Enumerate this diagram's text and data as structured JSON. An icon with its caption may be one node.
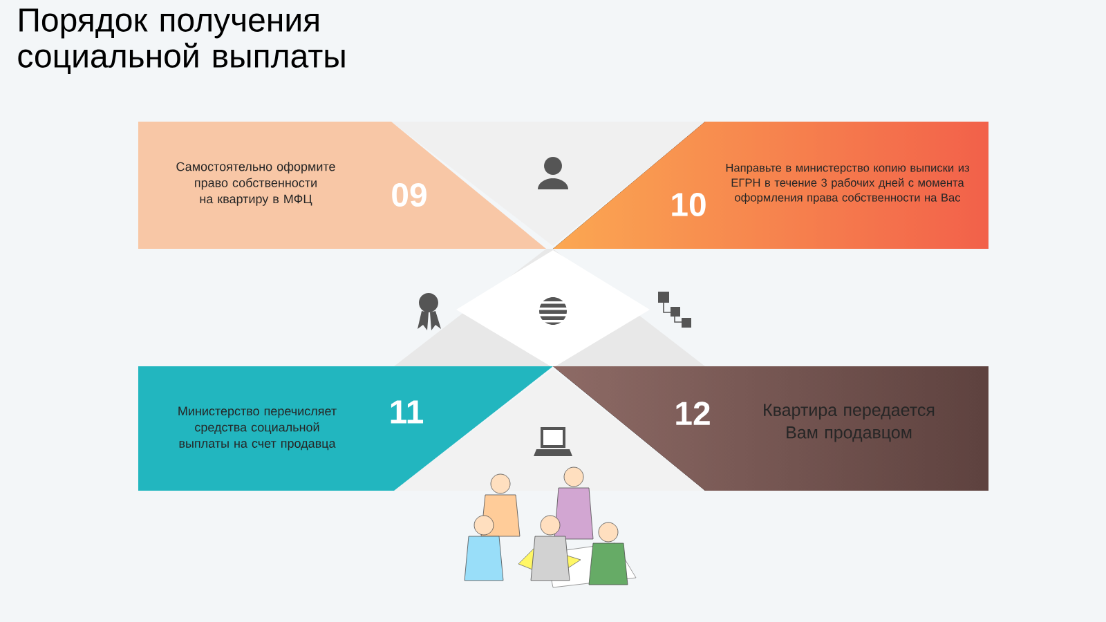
{
  "diagram": {
    "title": "Порядок получения социальной выплаты",
    "nodes": [
      {
        "text": [
          "Самостоятельно оформите право собственности на квартиру в МФЦ",
          "09"
        ]
      },
      {
        "text": [
          "10",
          "Направьте в министерство копию выписки из ЕГРН в течение 3 рабочих дней с момента оформления права собственности на Вас"
        ]
      },
      {
        "text": [
          "Министерство перечисляет средства социальной выплаты на счет продавца",
          "11"
        ]
      },
      {
        "text": [
          "12",
          "Квартира передается Вам продавцом"
        ]
      }
    ]
  }
}
